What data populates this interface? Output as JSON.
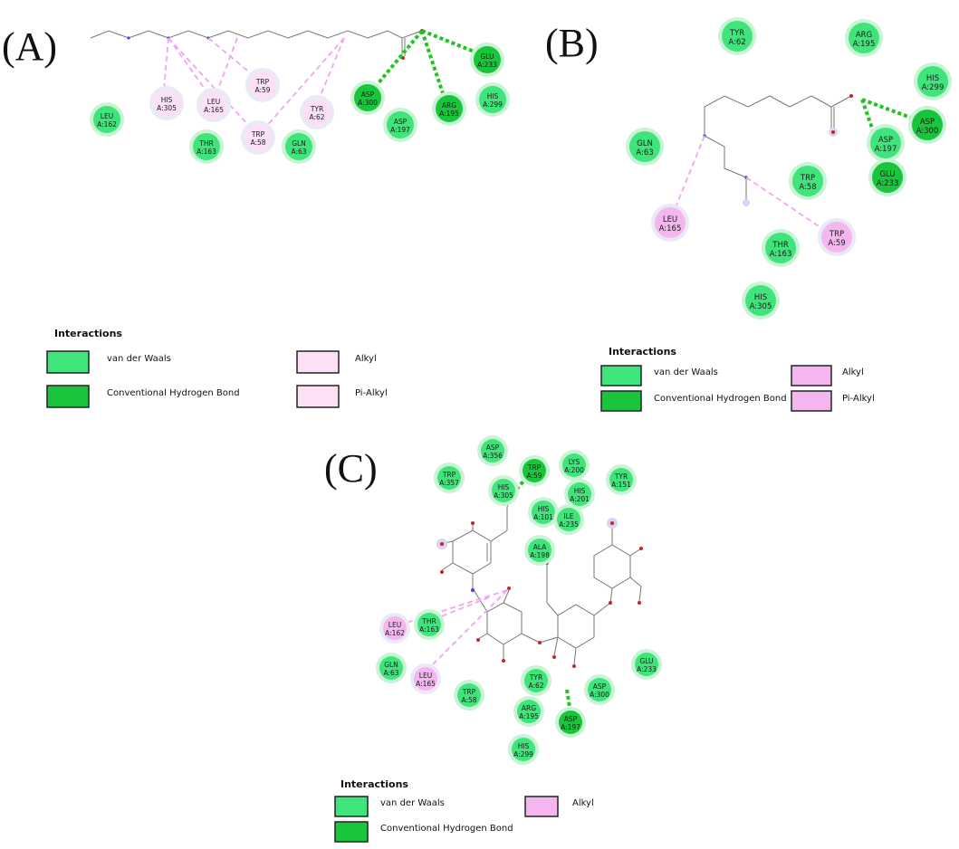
{
  "colors": {
    "vdw_fill": "#3fe47a",
    "vdw_halo": "#c8f4d5",
    "hbond_fill": "#19c53a",
    "alkyl_fill": "#f4b6ee",
    "alkyl_light": "#fbe0f8",
    "alkyl_halo": "#eaeaf6",
    "hbond_line": "#22c422",
    "alkyl_line": "#f0a6ee",
    "bond_line": "#777777",
    "oxygen": "#cc2222",
    "nitrogen": "#3b46e6"
  },
  "panels": [
    {
      "id": "A",
      "label": "(A)",
      "residues": [
        {
          "name": "LEU",
          "num": "A:162",
          "type": "vdw"
        },
        {
          "name": "HIS",
          "num": "A:305",
          "type": "alkyl"
        },
        {
          "name": "LEU",
          "num": "A:165",
          "type": "alkyl"
        },
        {
          "name": "TRP",
          "num": "A:59",
          "type": "alkyl"
        },
        {
          "name": "TRP",
          "num": "A:58",
          "type": "alkyl"
        },
        {
          "name": "TYR",
          "num": "A:62",
          "type": "alkyl"
        },
        {
          "name": "THR",
          "num": "A:163",
          "type": "vdw"
        },
        {
          "name": "GLN",
          "num": "A:63",
          "type": "vdw"
        },
        {
          "name": "ASP",
          "num": "A:300",
          "type": "hbond"
        },
        {
          "name": "ASP",
          "num": "A:197",
          "type": "vdw"
        },
        {
          "name": "ARG",
          "num": "A:195",
          "type": "hbond"
        },
        {
          "name": "HIS",
          "num": "A:299",
          "type": "vdw"
        },
        {
          "name": "GLU",
          "num": "A:233",
          "type": "hbond"
        }
      ],
      "legend": {
        "title": "Interactions",
        "items": [
          {
            "label": "van der Waals",
            "type": "vdw"
          },
          {
            "label": "Conventional Hydrogen Bond",
            "type": "hbond"
          },
          {
            "label": "Alkyl",
            "type": "alkyl"
          },
          {
            "label": "Pi-Alkyl",
            "type": "alkyl"
          }
        ]
      }
    },
    {
      "id": "B",
      "label": "(B)",
      "residues": [
        {
          "name": "TYR",
          "num": "A:62",
          "type": "vdw"
        },
        {
          "name": "ARG",
          "num": "A:195",
          "type": "vdw"
        },
        {
          "name": "HIS",
          "num": "A:299",
          "type": "vdw"
        },
        {
          "name": "ASP",
          "num": "A:300",
          "type": "hbond"
        },
        {
          "name": "ASP",
          "num": "A:197",
          "type": "vdw"
        },
        {
          "name": "GLU",
          "num": "A:233",
          "type": "hbond"
        },
        {
          "name": "GLN",
          "num": "A:63",
          "type": "vdw"
        },
        {
          "name": "TRP",
          "num": "A:58",
          "type": "vdw"
        },
        {
          "name": "LEU",
          "num": "A:165",
          "type": "alkyl"
        },
        {
          "name": "TRP",
          "num": "A:59",
          "type": "alkyl"
        },
        {
          "name": "THR",
          "num": "A:163",
          "type": "vdw"
        },
        {
          "name": "HIS",
          "num": "A:305",
          "type": "vdw"
        }
      ],
      "legend": {
        "title": "Interactions",
        "items": [
          {
            "label": "van der Waals",
            "type": "vdw"
          },
          {
            "label": "Conventional Hydrogen Bond",
            "type": "hbond"
          },
          {
            "label": "Alkyl",
            "type": "alkyl"
          },
          {
            "label": "Pi-Alkyl",
            "type": "alkyl"
          }
        ]
      }
    },
    {
      "id": "C",
      "label": "(C)",
      "residues": [
        {
          "name": "ASP",
          "num": "A:356",
          "type": "vdw"
        },
        {
          "name": "TRP",
          "num": "A:59",
          "type": "hbond"
        },
        {
          "name": "LYS",
          "num": "A:200",
          "type": "vdw"
        },
        {
          "name": "TRP",
          "num": "A:357",
          "type": "vdw"
        },
        {
          "name": "HIS",
          "num": "A:305",
          "type": "vdw"
        },
        {
          "name": "HIS",
          "num": "A:201",
          "type": "vdw"
        },
        {
          "name": "TYR",
          "num": "A:151",
          "type": "vdw"
        },
        {
          "name": "HIS",
          "num": "A:101",
          "type": "vdw"
        },
        {
          "name": "ILE",
          "num": "A:235",
          "type": "vdw"
        },
        {
          "name": "ALA",
          "num": "A:198",
          "type": "vdw"
        },
        {
          "name": "LEU",
          "num": "A:162",
          "type": "alkyl"
        },
        {
          "name": "THR",
          "num": "A:163",
          "type": "vdw"
        },
        {
          "name": "GLN",
          "num": "A:63",
          "type": "vdw"
        },
        {
          "name": "LEU",
          "num": "A:165",
          "type": "alkyl"
        },
        {
          "name": "TRP",
          "num": "A:58",
          "type": "vdw"
        },
        {
          "name": "TYR",
          "num": "A:62",
          "type": "vdw"
        },
        {
          "name": "ASP",
          "num": "A:300",
          "type": "vdw"
        },
        {
          "name": "GLU",
          "num": "A:233",
          "type": "vdw"
        },
        {
          "name": "ARG",
          "num": "A:195",
          "type": "vdw"
        },
        {
          "name": "ASP",
          "num": "A:197",
          "type": "hbond"
        },
        {
          "name": "HIS",
          "num": "A:299",
          "type": "vdw"
        }
      ],
      "legend": {
        "title": "Interactions",
        "items": [
          {
            "label": "van der Waals",
            "type": "vdw"
          },
          {
            "label": "Conventional Hydrogen Bond",
            "type": "hbond"
          },
          {
            "label": "Alkyl",
            "type": "alkyl"
          }
        ]
      }
    }
  ]
}
